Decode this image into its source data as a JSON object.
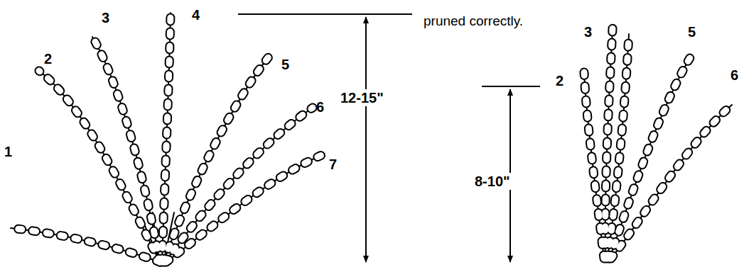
{
  "diagram": {
    "labels": [
      "1",
      "2",
      "3",
      "4",
      "5",
      "6",
      "7",
      "12-15\"",
      "2",
      "3",
      "5",
      "6",
      "8-10\"",
      "pruned correctly."
    ]
  }
}
